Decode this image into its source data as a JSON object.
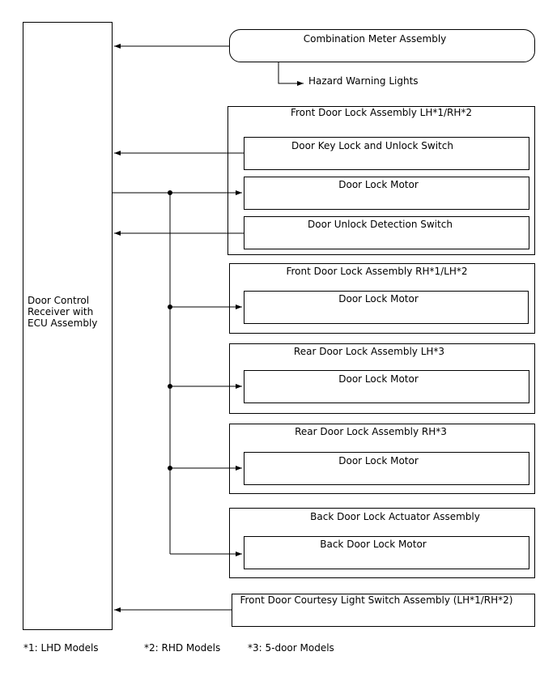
{
  "ecu": {
    "label": "Door Control\nReceiver with\nECU Assembly"
  },
  "combination_meter": {
    "label": "Combination Meter Assembly"
  },
  "hazard": {
    "label": "Hazard Warning Lights"
  },
  "front_door_lhrh": {
    "title": "Front Door Lock Assembly LH*1/RH*2",
    "key_switch": "Door Key Lock and Unlock Switch",
    "motor": "Door Lock Motor",
    "unlock_switch": "Door Unlock Detection Switch"
  },
  "front_door_rhlh": {
    "title": "Front Door Lock Assembly RH*1/LH*2",
    "motor": "Door Lock Motor"
  },
  "rear_door_lh": {
    "title": "Rear Door Lock Assembly LH*3",
    "motor": "Door Lock Motor"
  },
  "rear_door_rh": {
    "title": "Rear Door Lock Assembly RH*3",
    "motor": "Door Lock Motor"
  },
  "back_door": {
    "title": "Back Door Lock Actuator Assembly",
    "motor": "Back Door Lock Motor"
  },
  "courtesy": {
    "label": "Front Door Courtesy Light Switch Assembly (LH*1/RH*2)"
  },
  "notes": [
    "*1: LHD Models",
    "*2: RHD Models",
    "*3: 5-door Models"
  ]
}
